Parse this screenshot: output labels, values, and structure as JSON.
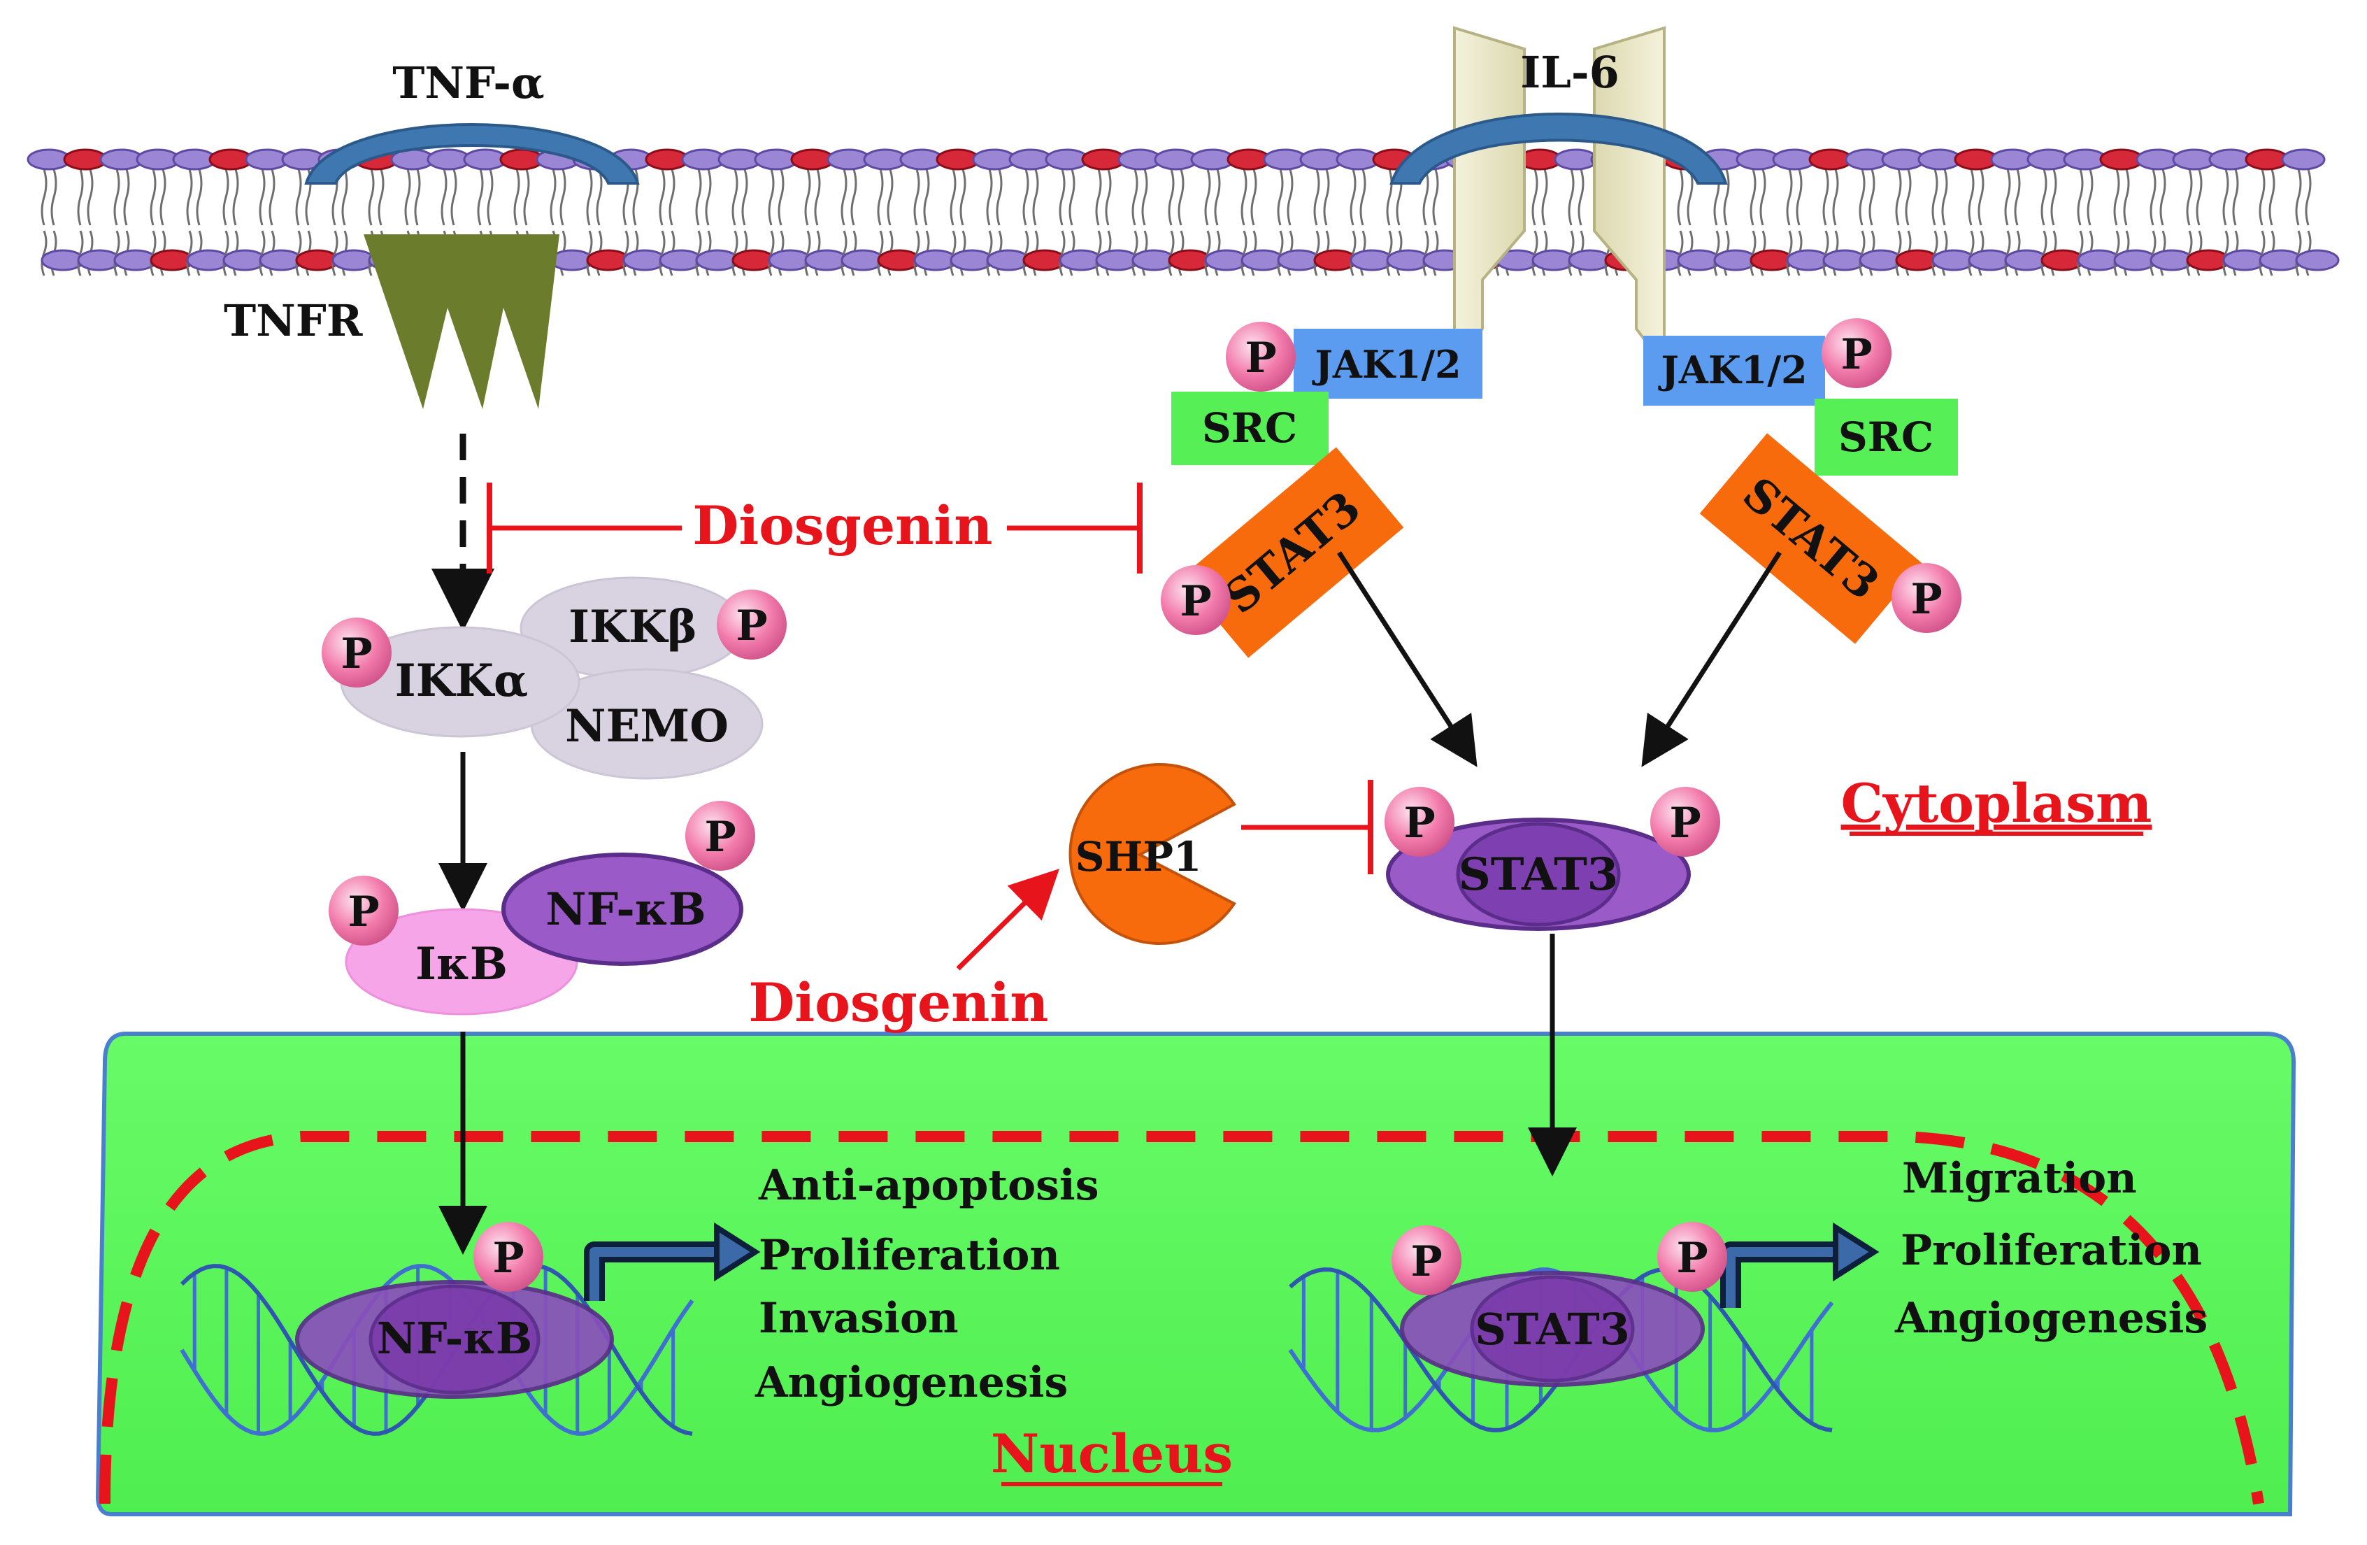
{
  "membrane": {
    "ligand_left": "TNF-α",
    "receptor_left": "TNFR",
    "ligand_right": "IL-6"
  },
  "inhibitor": {
    "top_label": "Diosgenin",
    "bottom_label": "Diosgenin"
  },
  "tnf_pathway": {
    "ikk_alpha": "IKKα",
    "ikk_beta": "IKKβ",
    "nemo": "NEMO",
    "ikb": "IκB",
    "nfkb": "NF-κB",
    "nfkb_nuclear": "NF-κB",
    "outcomes": [
      "Anti-apoptosis",
      "Proliferation",
      "Invasion",
      "Angiogenesis"
    ]
  },
  "il6_pathway": {
    "jak_left": "JAK1/2",
    "jak_right": "JAK1/2",
    "src_left": "SRC",
    "src_right": "SRC",
    "stat3_left": "STAT3",
    "stat3_right": "STAT3",
    "stat3_dimer": "STAT3",
    "stat3_nuclear": "STAT3",
    "shp1": "SHP1",
    "outcomes": [
      "Migration",
      "Proliferation",
      "Angiogenesis"
    ]
  },
  "phospho_label": "P",
  "compartments": {
    "cytoplasm": "Cytoplasm",
    "nucleus": "Nucleus"
  },
  "colors": {
    "inhibition": "#e8141c",
    "nucleus_fill": "#5cf75c",
    "receptor_green": "#6b7d2c",
    "ligand_blue": "#3f77b0",
    "stat3_orange": "#f76b0d",
    "jak_blue": "#5b9bf0",
    "src_green": "#56ef56",
    "phospho_pink": "#f27aab",
    "nfkb_purple": "#9a5ac7",
    "ikk_grey": "#d6d0de",
    "ikb_pink": "#f5a5e8"
  }
}
